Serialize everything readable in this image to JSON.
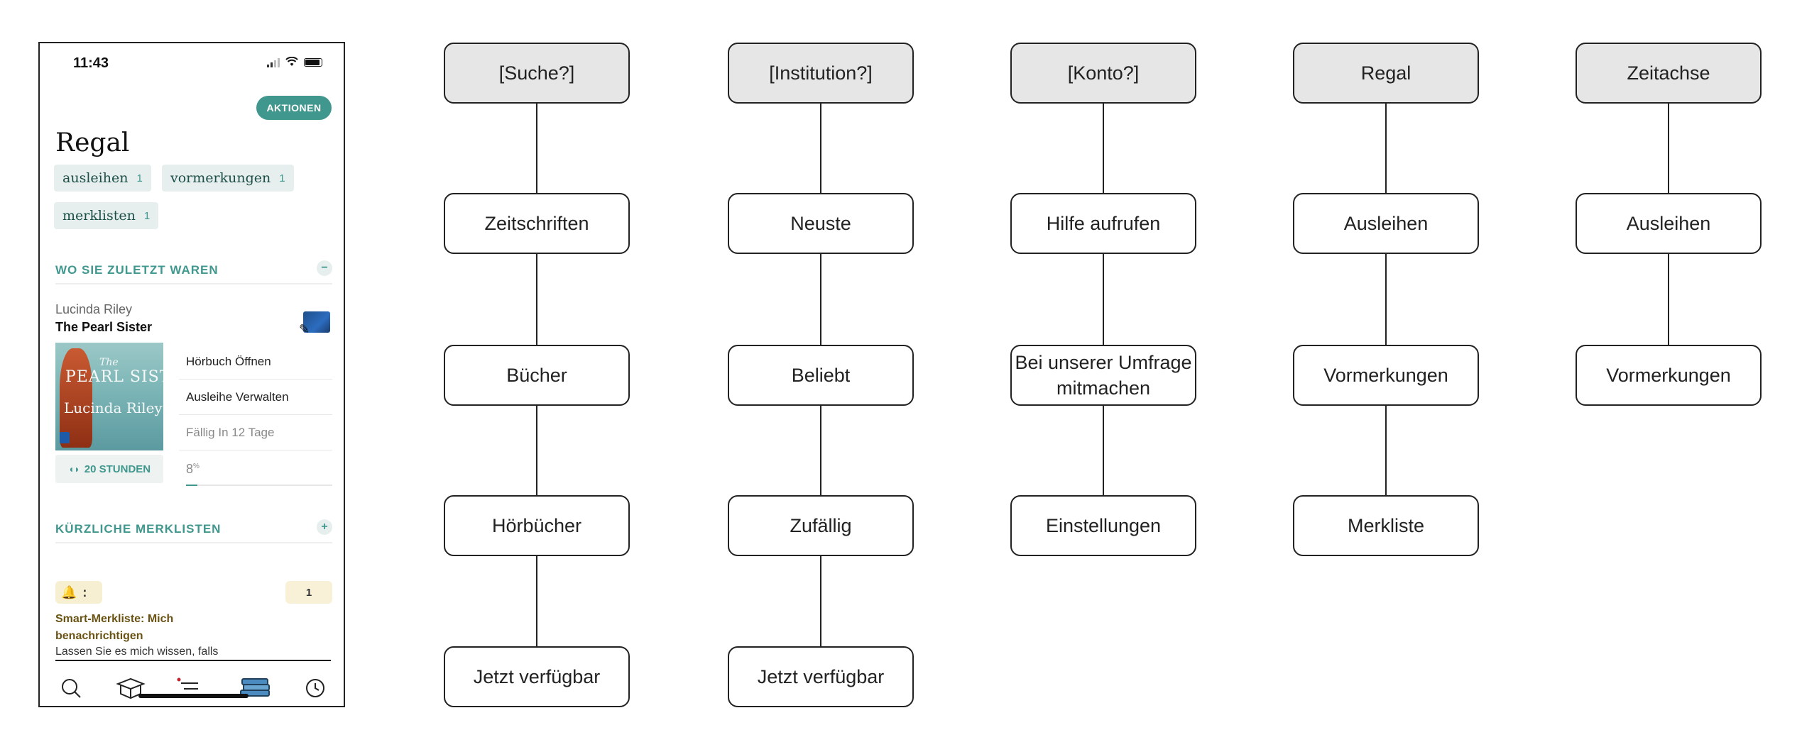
{
  "phone": {
    "status_time": "11:43",
    "actions_label": "AKTIONEN",
    "title": "Regal",
    "chips": [
      {
        "label": "ausleihen",
        "count": "1"
      },
      {
        "label": "vormerkungen",
        "count": "1"
      },
      {
        "label": "merklisten",
        "count": "1"
      }
    ],
    "recent_section": {
      "label": "WO SIE ZULETZT WAREN",
      "toggle": "−"
    },
    "book": {
      "author": "Lucinda Riley",
      "title": "The Pearl Sister",
      "cover_small": "The",
      "cover_title": "PEARL SISTER",
      "cover_author": "Lucinda Riley",
      "duration": "20 STUNDEN",
      "menu": [
        "Hörbuch Öffnen",
        "Ausleihe Verwalten",
        "Fällig In 12 Tage"
      ],
      "progress_value": "8",
      "progress_unit": "%",
      "progress_fraction": 0.08
    },
    "lists_section": {
      "label": "KÜRZLICHE MERKLISTEN",
      "toggle": "+"
    },
    "smart_list": {
      "bell": "🔔",
      "dots": ":",
      "count": "1",
      "title": "Smart-Merkliste: Mich benachrichtigen",
      "desc": "Lassen Sie es mich wissen, falls"
    },
    "tabs": [
      "search-icon",
      "library-icon",
      "list-icon",
      "books-icon",
      "clock-icon"
    ]
  },
  "diagram": {
    "columns": [
      {
        "head": "[Suche?]",
        "items": [
          "Zeitschriften",
          "Bücher",
          "Hörbücher",
          "Jetzt verfügbar"
        ]
      },
      {
        "head": "[Institution?]",
        "items": [
          "Neuste",
          "Beliebt",
          "Zufällig",
          "Jetzt verfügbar"
        ]
      },
      {
        "head": "[Konto?]",
        "items": [
          "Hilfe aufrufen",
          "Bei unserer Umfrage mitmachen",
          "Einstellungen"
        ]
      },
      {
        "head": "Regal",
        "items": [
          "Ausleihen",
          "Vormerkungen",
          "Merkliste"
        ]
      },
      {
        "head": "Zeitachse",
        "items": [
          "Ausleihen",
          "Vormerkungen"
        ]
      }
    ]
  }
}
